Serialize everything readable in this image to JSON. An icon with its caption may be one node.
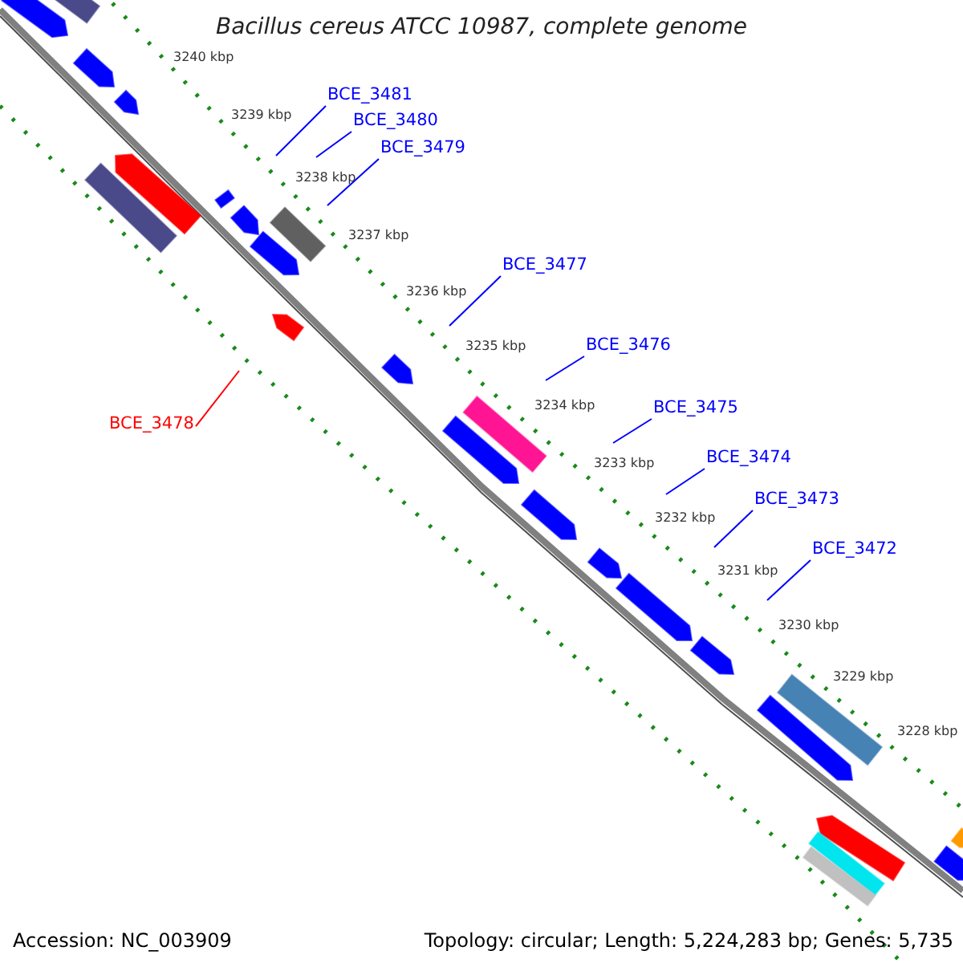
{
  "diagram": {
    "title": "Bacillus cereus ATCC 10987, complete genome",
    "nodes": [
      {
        "text": [
          "BCE_3481"
        ]
      },
      {
        "text": [
          "BCE_3480"
        ]
      },
      {
        "text": [
          "BCE_3479"
        ]
      },
      {
        "text": [
          "BCE_3477"
        ]
      },
      {
        "text": [
          "BCE_3476"
        ]
      },
      {
        "text": [
          "BCE_3475"
        ]
      },
      {
        "text": [
          "BCE_3478"
        ]
      },
      {
        "text": [
          "BCE_3474"
        ]
      },
      {
        "text": [
          "BCE_3473"
        ]
      },
      {
        "text": [
          "BCE_3472"
        ]
      }
    ],
    "edges": [
      {
        "from": 0,
        "to": null,
        "arrow": "none"
      },
      {
        "from": 1,
        "to": null,
        "arrow": "none"
      },
      {
        "from": 2,
        "to": null,
        "arrow": "none"
      },
      {
        "from": 3,
        "to": null,
        "arrow": "none"
      },
      {
        "from": 4,
        "to": null,
        "arrow": "none"
      },
      {
        "from": 5,
        "to": null,
        "arrow": "none"
      },
      {
        "from": 6,
        "to": null,
        "arrow": "none",
        "color": "#ff0000"
      },
      {
        "from": 7,
        "to": null,
        "arrow": "none"
      },
      {
        "from": 8,
        "to": null,
        "arrow": "none"
      },
      {
        "from": 9,
        "to": null,
        "arrow": "none"
      }
    ],
    "labels": [
      "3240 kbp",
      "3239 kbp",
      "3238 kbp",
      "3237 kbp",
      "3236 kbp",
      "3235 kbp",
      "3234 kbp",
      "3233 kbp",
      "3232 kbp",
      "3231 kbp",
      "3230 kbp",
      "3229 kbp",
      "3228 kbp",
      "Accession: NC_003909",
      "Topology: circular; Length: 5,224,283 bp; Genes: 5,735"
    ]
  }
}
